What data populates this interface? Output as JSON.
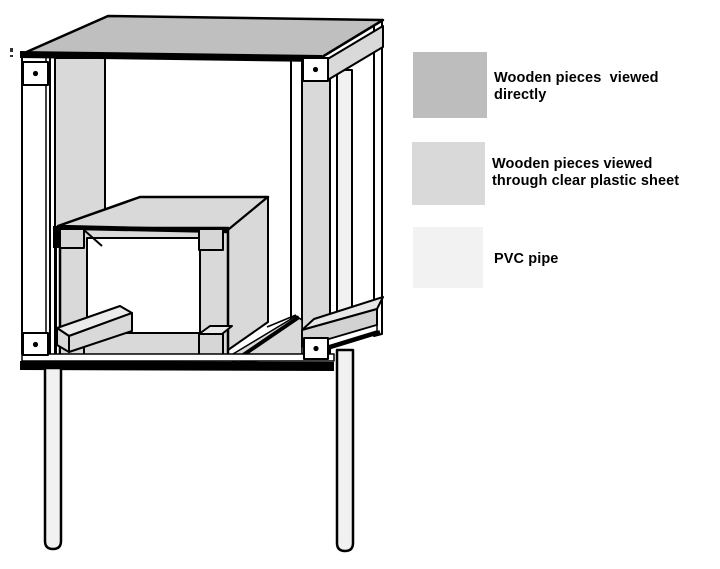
{
  "figure": {
    "description": "3D line drawing of a wooden box with a clear plastic front sheet, an inner wooden box with a square opening and a perch bar, corner screw plates, and PVC pipe legs"
  },
  "legend": {
    "items": [
      {
        "id": "wood-direct",
        "label": "Wooden pieces  viewed\ndirectly",
        "swatch_color": "#bdbdbd"
      },
      {
        "id": "wood-through-plastic",
        "label": "Wooden pieces viewed\nthrough clear plastic sheet",
        "swatch_color": "#d9d9d9"
      },
      {
        "id": "pvc-pipe",
        "label": "PVC pipe",
        "swatch_color": "#f2f2f2"
      }
    ]
  },
  "colors": {
    "outline": "#000000",
    "background": "#ffffff",
    "wood_direct": "#bfbfbf",
    "wood_through_plastic": "#d9d9d9",
    "pvc_pipe": "#f1f1f1"
  }
}
